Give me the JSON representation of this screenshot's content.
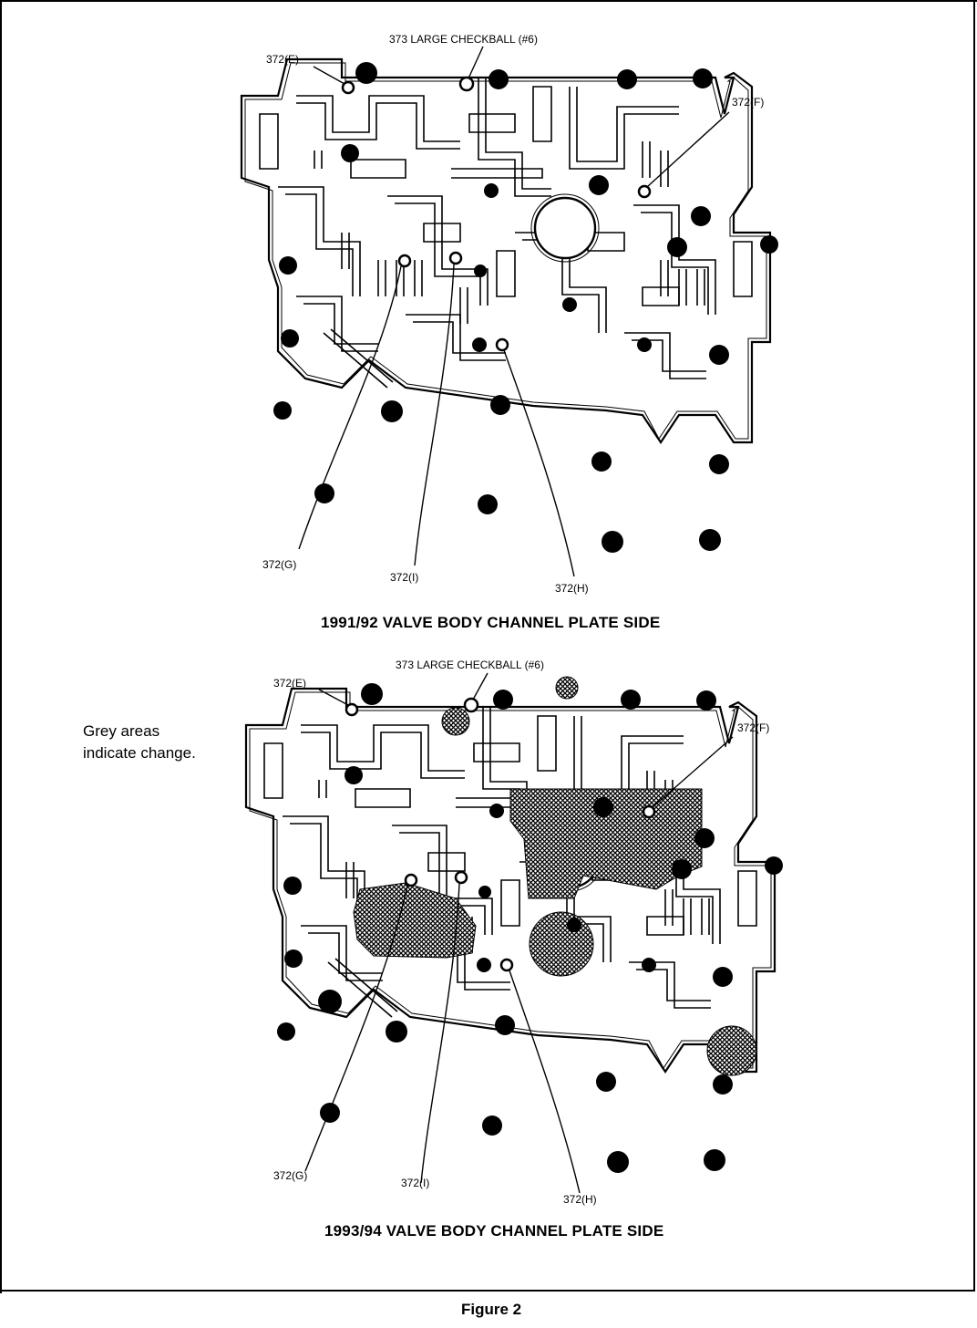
{
  "figure_label": "Figure 2",
  "note": {
    "line1": "Grey areas",
    "line2": "indicate change."
  },
  "top_diagram": {
    "title": "1991/92 VALVE BODY CHANNEL PLATE SIDE",
    "callouts": {
      "checkball": "373 LARGE CHECKBALL (#6)",
      "e": "372(E)",
      "f": "372(F)",
      "g": "372(G)",
      "i": "372(I)",
      "h": "372(H)"
    }
  },
  "bottom_diagram": {
    "title": "1993/94 VALVE BODY CHANNEL PLATE SIDE",
    "callouts": {
      "checkball": "373 LARGE CHECKBALL (#6)",
      "e": "372(E)",
      "f": "372(F)",
      "g": "372(G)",
      "i": "372(I)",
      "h": "372(H)"
    }
  }
}
